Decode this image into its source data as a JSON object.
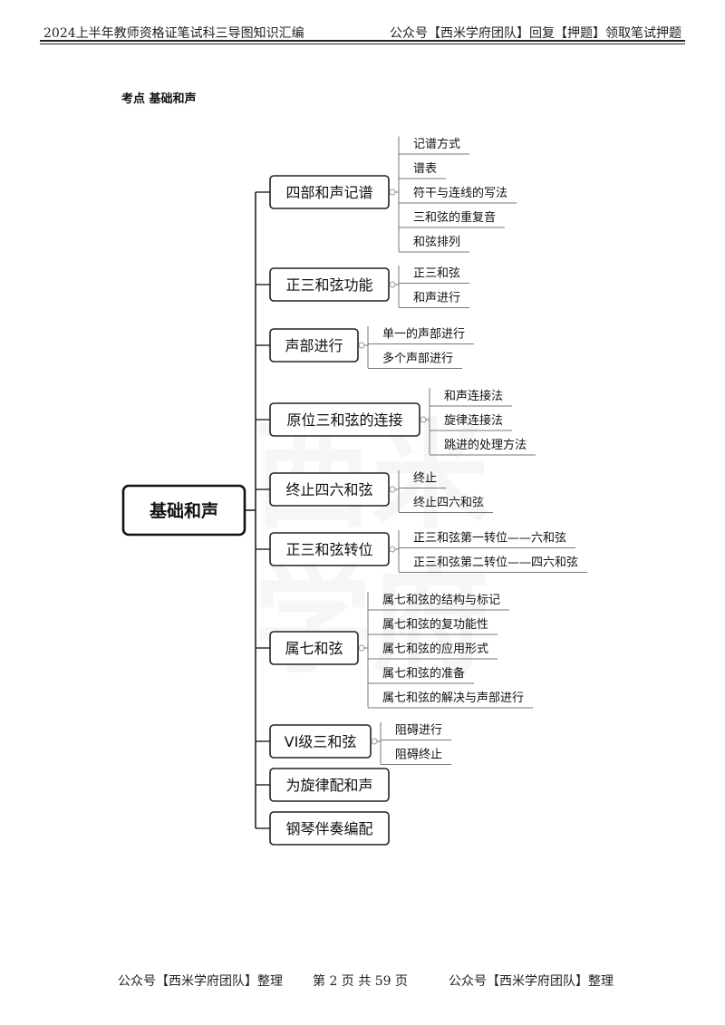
{
  "header": {
    "left": "2024上半年教师资格证笔试科三导图知识汇编",
    "right": "公众号【西米学府团队】回复【押题】领取笔试押题"
  },
  "section_title": "考点  基础和声",
  "watermark": [
    "西米",
    "学府"
  ],
  "mindmap": {
    "root": "基础和声",
    "branches": [
      {
        "label": "四部和声记谱",
        "leaves": [
          "记谱方式",
          "谱表",
          "符干与连线的写法",
          "三和弦的重复音",
          "和弦排列"
        ]
      },
      {
        "label": "正三和弦功能",
        "leaves": [
          "正三和弦",
          "和声进行"
        ]
      },
      {
        "label": "声部进行",
        "leaves": [
          "单一的声部进行",
          "多个声部进行"
        ]
      },
      {
        "label": "原位三和弦的连接",
        "leaves": [
          "和声连接法",
          "旋律连接法",
          "跳进的处理方法"
        ]
      },
      {
        "label": "终止四六和弦",
        "leaves": [
          "终止",
          "终止四六和弦"
        ]
      },
      {
        "label": "正三和弦转位",
        "leaves": [
          "正三和弦第一转位——六和弦",
          "正三和弦第二转位——四六和弦"
        ]
      },
      {
        "label": "属七和弦",
        "leaves": [
          "属七和弦的结构与标记",
          "属七和弦的复功能性",
          "属七和弦的应用形式",
          "属七和弦的准备",
          "属七和弦的解决与声部进行"
        ]
      },
      {
        "label": "VI级三和弦",
        "leaves": [
          "阻碍进行",
          "阻碍终止"
        ]
      },
      {
        "label": "为旋律配和声",
        "leaves": []
      },
      {
        "label": "钢琴伴奏编配",
        "leaves": []
      }
    ]
  },
  "footer": {
    "left": "公众号【西米学府团队】整理",
    "page": "第 2 页 共 59 页",
    "right": "公众号【西米学府团队】整理"
  }
}
